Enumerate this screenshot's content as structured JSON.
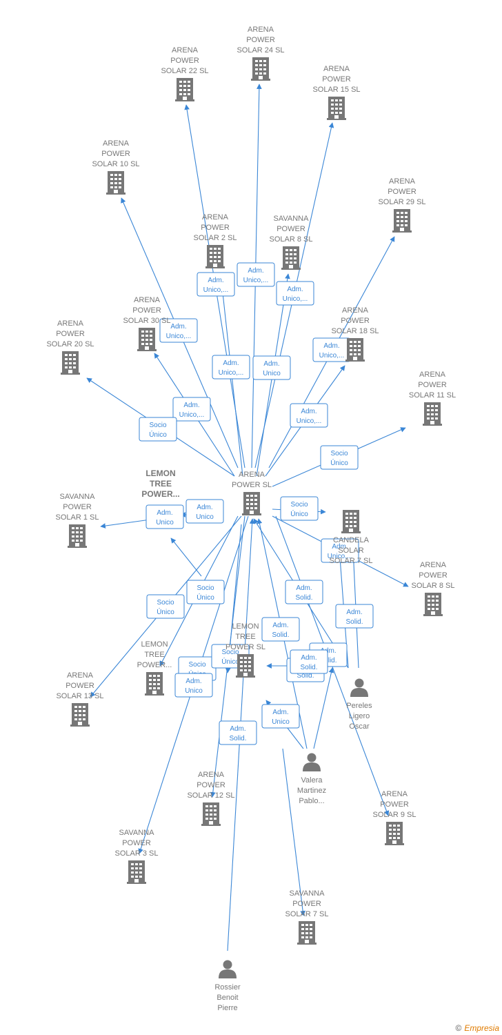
{
  "colors": {
    "edge": "#3a86d6",
    "node": "#777777"
  },
  "nodes": [
    {
      "id": "center",
      "type": "company",
      "lines": [
        "ARENA",
        "POWER  SL"
      ]
    },
    {
      "id": "as24",
      "type": "company",
      "lines": [
        "ARENA",
        "POWER",
        "SOLAR 24  SL"
      ]
    },
    {
      "id": "as22",
      "type": "company",
      "lines": [
        "ARENA",
        "POWER",
        "SOLAR 22  SL"
      ]
    },
    {
      "id": "as15",
      "type": "company",
      "lines": [
        "ARENA",
        "POWER",
        "SOLAR 15  SL"
      ]
    },
    {
      "id": "as10",
      "type": "company",
      "lines": [
        "ARENA",
        "POWER",
        "SOLAR 10  SL"
      ]
    },
    {
      "id": "as29",
      "type": "company",
      "lines": [
        "ARENA",
        "POWER",
        "SOLAR 29  SL"
      ]
    },
    {
      "id": "as2",
      "type": "company",
      "lines": [
        "ARENA",
        "POWER",
        "SOLAR 2  SL"
      ]
    },
    {
      "id": "sv8",
      "type": "company",
      "lines": [
        "SAVANNA",
        "POWER",
        "SOLAR 8  SL"
      ]
    },
    {
      "id": "as30",
      "type": "company",
      "lines": [
        "ARENA",
        "POWER",
        "SOLAR 30  SL"
      ]
    },
    {
      "id": "as18",
      "type": "company",
      "lines": [
        "ARENA",
        "POWER",
        "SOLAR 18  SL"
      ]
    },
    {
      "id": "as20",
      "type": "company",
      "lines": [
        "ARENA",
        "POWER",
        "SOLAR 20  SL"
      ]
    },
    {
      "id": "as11",
      "type": "company",
      "lines": [
        "ARENA",
        "POWER",
        "SOLAR 11  SL"
      ]
    },
    {
      "id": "lemon_top",
      "type": "label_only",
      "bold": true,
      "lines": [
        "LEMON",
        "TREE",
        "POWER..."
      ]
    },
    {
      "id": "sv1",
      "type": "company",
      "lines": [
        "SAVANNA",
        "POWER",
        "SOLAR 1  SL"
      ]
    },
    {
      "id": "cand",
      "type": "company",
      "lines": [
        "CANDELA",
        "SOLAR",
        "SOLAR 7  SL"
      ]
    },
    {
      "id": "as8",
      "type": "company",
      "lines": [
        "ARENA",
        "POWER",
        "SOLAR 8  SL"
      ]
    },
    {
      "id": "lemon2",
      "type": "company",
      "lines": [
        "LEMON",
        "TREE",
        "POWER..."
      ]
    },
    {
      "id": "lemon3",
      "type": "company",
      "lines": [
        "LEMON",
        "TREE",
        "POWER  SL"
      ]
    },
    {
      "id": "as13",
      "type": "company",
      "lines": [
        "ARENA",
        "POWER",
        "SOLAR 13  SL"
      ]
    },
    {
      "id": "pereles",
      "type": "person",
      "lines": [
        "Pereles",
        "Ligero",
        "Oscar"
      ]
    },
    {
      "id": "valera",
      "type": "person",
      "lines": [
        "Valera",
        "Martinez",
        "Pablo..."
      ]
    },
    {
      "id": "as12",
      "type": "company",
      "lines": [
        "ARENA",
        "POWER",
        "SOLAR 12  SL"
      ]
    },
    {
      "id": "as9",
      "type": "company",
      "lines": [
        "ARENA",
        "POWER",
        "SOLAR 9  SL"
      ]
    },
    {
      "id": "sv3",
      "type": "company",
      "lines": [
        "SAVANNA",
        "POWER",
        "SOLAR 3  SL"
      ]
    },
    {
      "id": "sv7",
      "type": "company",
      "lines": [
        "SAVANNA",
        "POWER",
        "SOLAR 7  SL"
      ]
    },
    {
      "id": "rossier",
      "type": "person",
      "lines": [
        "Rossier",
        "Benoit",
        "Pierre"
      ]
    }
  ],
  "edge_labels": [
    [
      "Adm.",
      "Unico,..."
    ],
    [
      "Adm.",
      "Unico,..."
    ],
    [
      "Adm.",
      "Unico,..."
    ],
    [
      "Adm.",
      "Unico,..."
    ],
    [
      "Adm.",
      "Unico,..."
    ],
    [
      "Adm.",
      "Unico"
    ],
    [
      "Adm.",
      "Unico,..."
    ],
    [
      "Adm.",
      "Unico,..."
    ],
    [
      "Adm.",
      "Unico,..."
    ],
    [
      "Socio",
      "Único"
    ],
    [
      "Socio",
      "Único"
    ],
    [
      "Adm.",
      "Unico"
    ],
    [
      "Adm.",
      "Unico"
    ],
    [
      "Socio",
      "Único"
    ],
    [
      "Adm.",
      "Unico,..."
    ],
    [
      "Socio",
      "Único"
    ],
    [
      "Socio",
      "Único"
    ],
    [
      "Adm.",
      "Solid."
    ],
    [
      "Adm.",
      "Solid."
    ],
    [
      "Adm.",
      "Solid."
    ],
    [
      "Adm.",
      "Solid."
    ],
    [
      "Socio",
      "Único"
    ],
    [
      "Socio",
      "Único"
    ],
    [
      "Adm.",
      "Unico"
    ],
    [
      "Adm.",
      "Unico"
    ],
    [
      "Adm.",
      "Solid."
    ],
    [
      "Adm.",
      "Solid."
    ],
    [
      "Adm.",
      "Solid."
    ]
  ],
  "footer": {
    "copyright": "©",
    "brand": "Empresia"
  }
}
